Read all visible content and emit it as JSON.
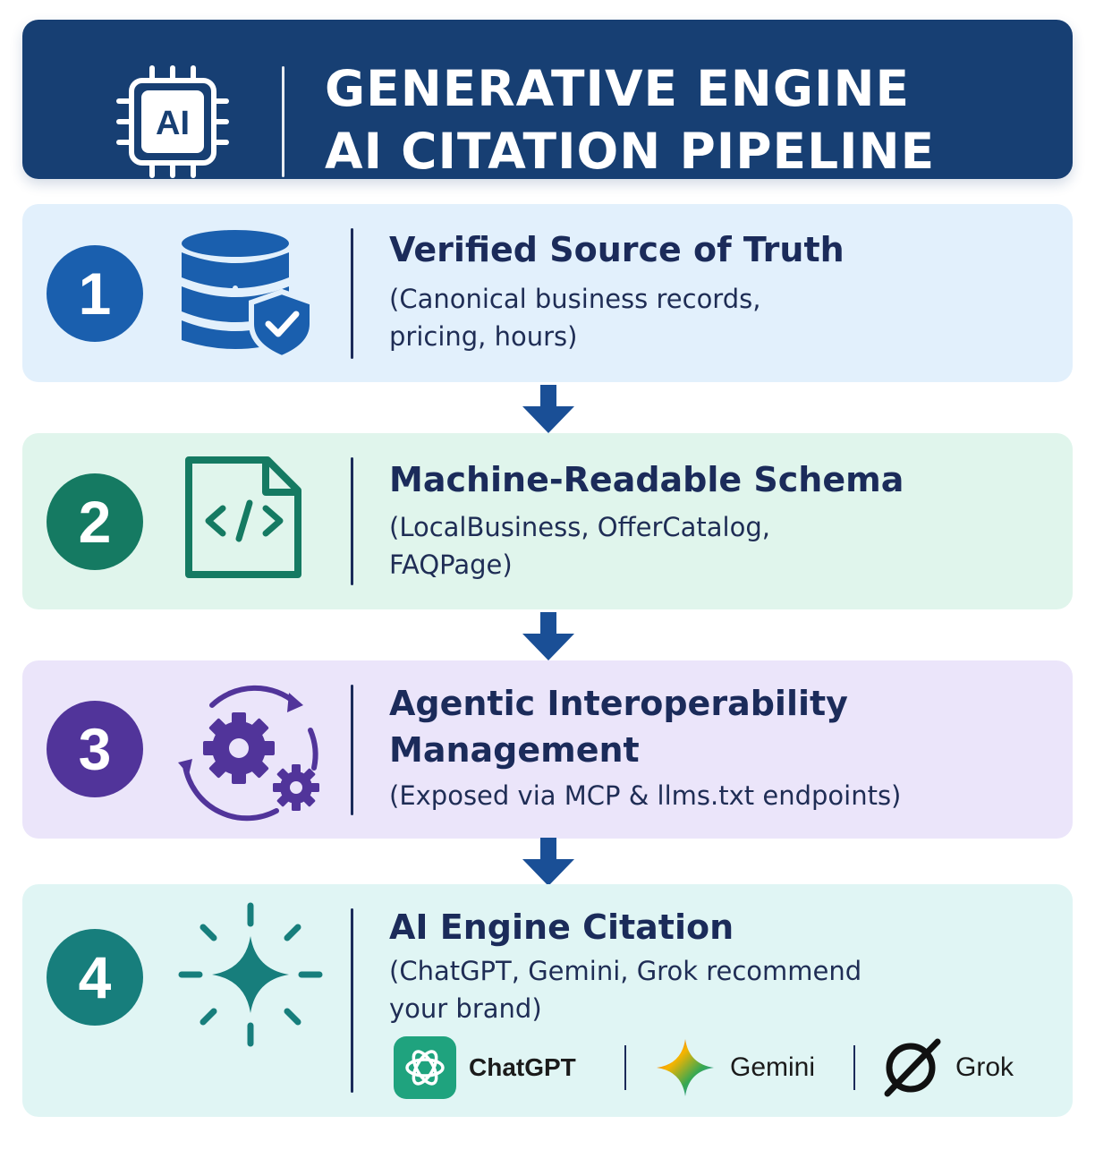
{
  "header": {
    "chip_label": "AI",
    "title_line1": "GENERATIVE ENGINE",
    "title_line2": "AI CITATION PIPELINE"
  },
  "steps": [
    {
      "number": "1",
      "title": "Verified Source of Truth",
      "description_line1": "(Canonical business records,",
      "description_line2": "pricing, hours)",
      "icon": "database-shield-icon",
      "color": "#1a5fae"
    },
    {
      "number": "2",
      "title": "Machine-Readable Schema",
      "description_line1": "(LocalBusiness, OfferCatalog,",
      "description_line2": "FAQPage)",
      "icon": "code-file-icon",
      "color": "#157a62"
    },
    {
      "number": "3",
      "title_line1": "Agentic Interoperability",
      "title_line2": "Management",
      "description_line1": "(Exposed via MCP & llms.txt endpoints)",
      "icon": "gears-cycle-icon",
      "color": "#51349a"
    },
    {
      "number": "4",
      "title": "AI Engine Citation",
      "description_line1": "(ChatGPT, Gemini, Grok recommend",
      "description_line2": "your brand)",
      "icon": "sparkle-icon",
      "color": "#177e7c",
      "brands": [
        {
          "name": "ChatGPT",
          "icon": "chatgpt-logo-icon"
        },
        {
          "name": "Gemini",
          "icon": "gemini-logo-icon"
        },
        {
          "name": "Grok",
          "icon": "grok-logo-icon"
        }
      ]
    }
  ],
  "colors": {
    "header_bg": "#173f73",
    "arrow": "#1a4f96",
    "text": "#1b2b5a"
  }
}
